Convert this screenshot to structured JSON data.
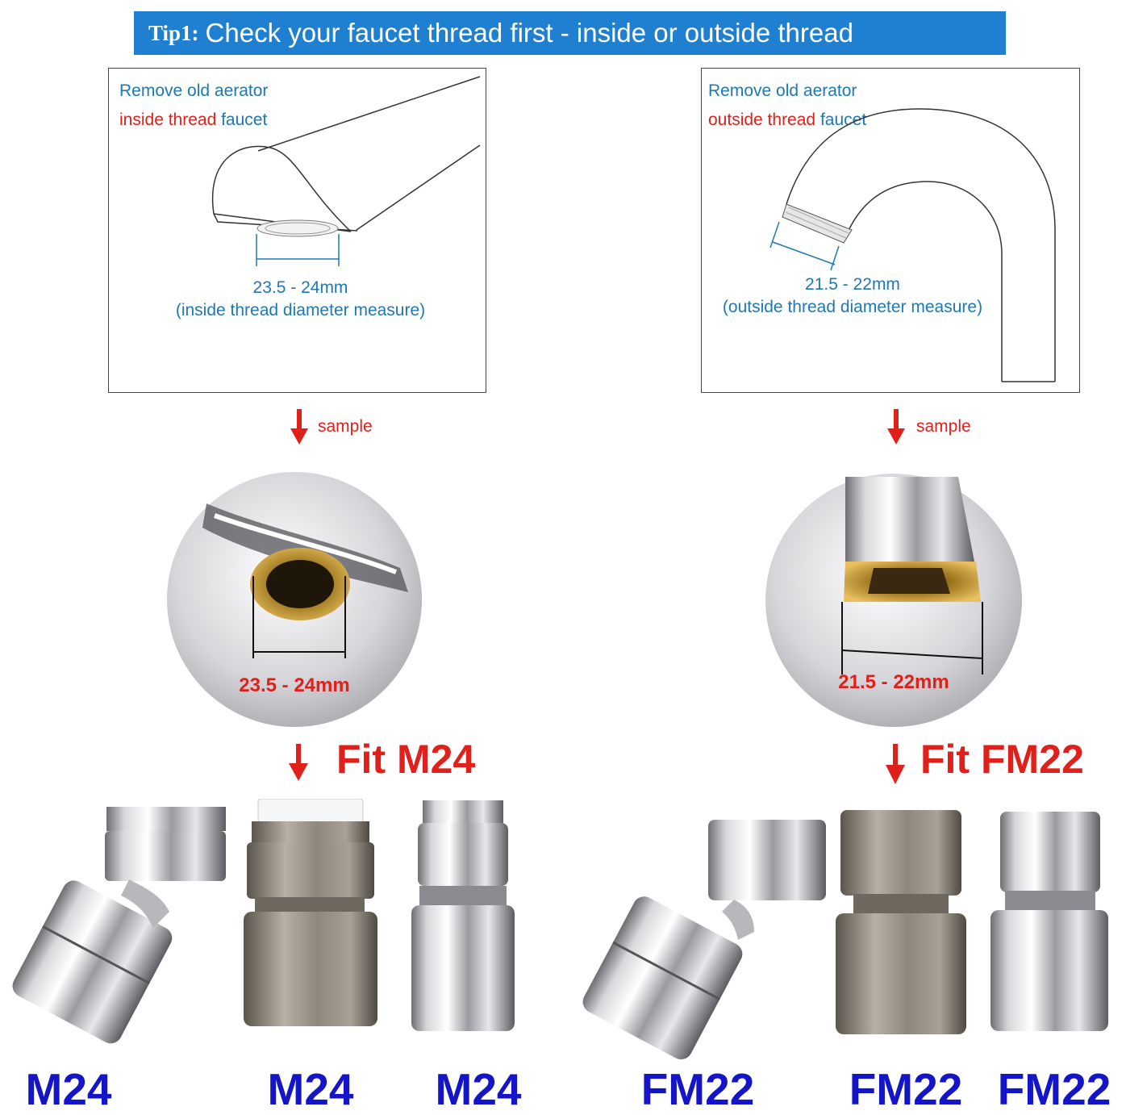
{
  "banner": {
    "tip_label": "Tip1:",
    "text": "Check your faucet thread first -  inside or outside thread"
  },
  "left_panel": {
    "line1": "Remove old aerator",
    "line2_red": "inside thread",
    "line2_blue": "faucet",
    "measure": "23.5 - 24mm",
    "measure_note": "(inside thread diameter measure)"
  },
  "right_panel": {
    "line1": "Remove old aerator",
    "line2_red": "outside thread",
    "line2_blue": "faucet",
    "measure": "21.5 - 22mm",
    "measure_note": "(outside thread diameter measure)"
  },
  "left_sample": {
    "label": "sample",
    "photo_measure": "23.5 - 24mm",
    "fit": "Fit M24"
  },
  "right_sample": {
    "label": "sample",
    "photo_measure": "21.5 - 22mm",
    "fit": "Fit FM22"
  },
  "left_products": [
    "M24",
    "M24",
    "M24"
  ],
  "right_products": [
    "FM22",
    "FM22",
    "FM22"
  ],
  "colors": {
    "banner": "#1f7fd1",
    "caption_blue": "#1e78b4",
    "red": "#e0201a",
    "product_code": "#1414c8"
  }
}
